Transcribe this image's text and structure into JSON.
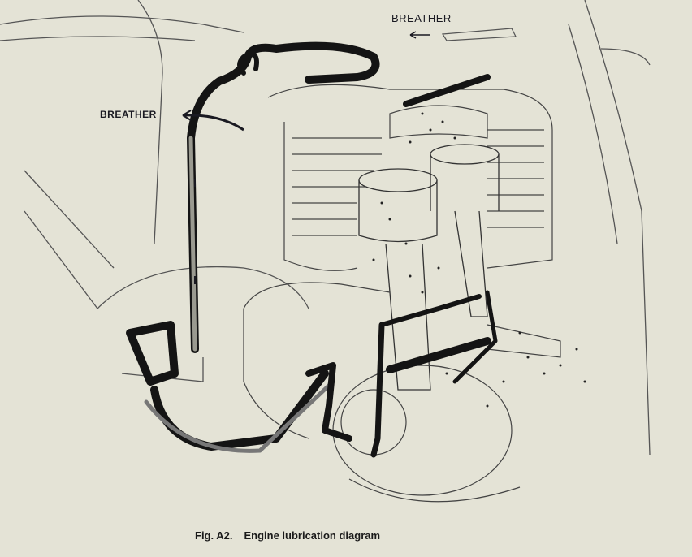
{
  "labels": {
    "breather_top": "BREATHER",
    "breather_left": "BREATHER"
  },
  "caption": {
    "figure_number": "Fig. A2.",
    "title": "Engine lubrication diagram"
  },
  "colors": {
    "paper": "#e4e3d6",
    "ink": "#1a1a1a"
  }
}
